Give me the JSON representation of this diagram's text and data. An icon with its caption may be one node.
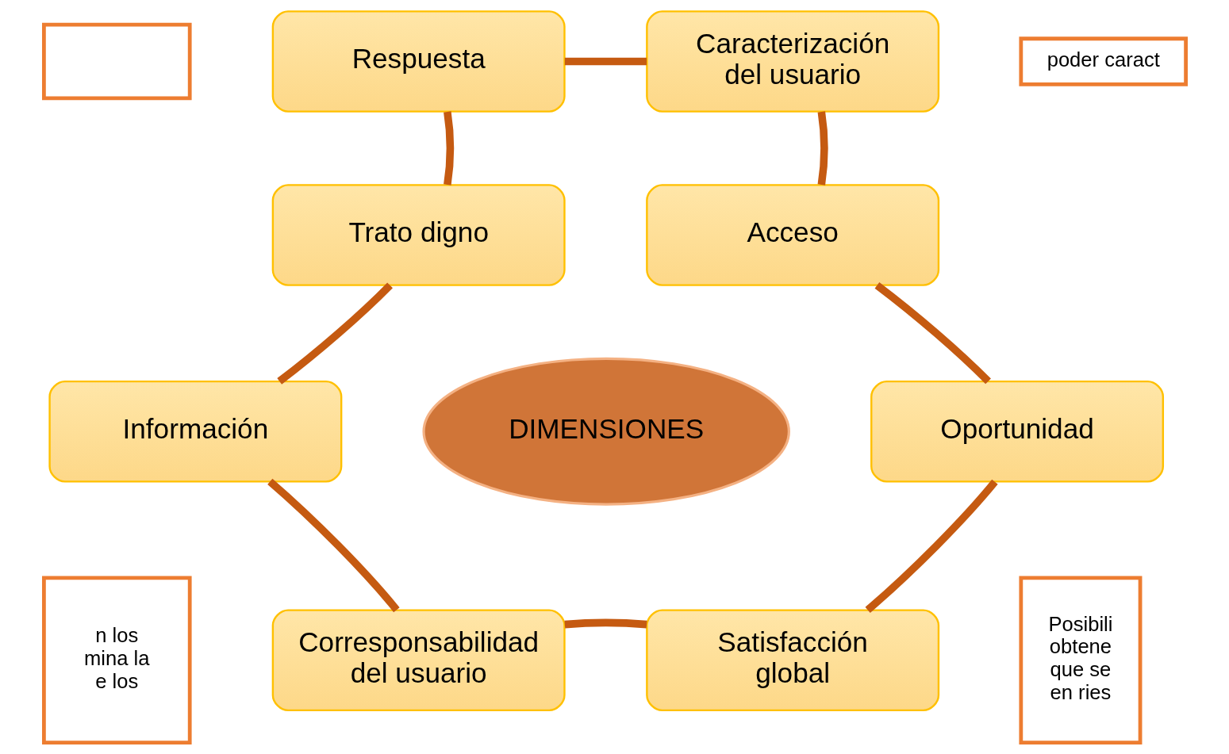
{
  "diagram": {
    "nodes": [
      {
        "text": [
          "Respuesta"
        ]
      },
      {
        "text": [
          "Caracterización del usuario"
        ]
      },
      {
        "text": [
          "Acceso"
        ]
      },
      {
        "text": [
          "Oportunidad"
        ]
      },
      {
        "text": [
          "Satisfacción global"
        ]
      },
      {
        "text": [
          "Corresponsabilidad del usuario"
        ]
      },
      {
        "text": [
          "Información"
        ]
      },
      {
        "text": [
          "Trato digno"
        ]
      },
      {
        "text": [
          "DIMENSIONES"
        ]
      },
      {
        "text": [],
        "shape": "box"
      },
      {
        "text": [
          "poder caract"
        ]
      },
      {
        "text": [
          "n los mina la e los"
        ]
      },
      {
        "text": [
          "Posibili obtene que se en ries"
        ]
      }
    ],
    "edges": [
      {
        "from": 0,
        "to": 1,
        "arrow": "none"
      },
      {
        "from": 1,
        "to": 2,
        "arrow": "none"
      },
      {
        "from": 2,
        "to": 3,
        "arrow": "none"
      },
      {
        "from": 3,
        "to": 4,
        "arrow": "none"
      },
      {
        "from": 4,
        "to": 5,
        "arrow": "none"
      },
      {
        "from": 5,
        "to": 6,
        "arrow": "none"
      },
      {
        "from": 6,
        "to": 7,
        "arrow": "none"
      },
      {
        "from": 7,
        "to": 0,
        "arrow": "none"
      }
    ]
  }
}
